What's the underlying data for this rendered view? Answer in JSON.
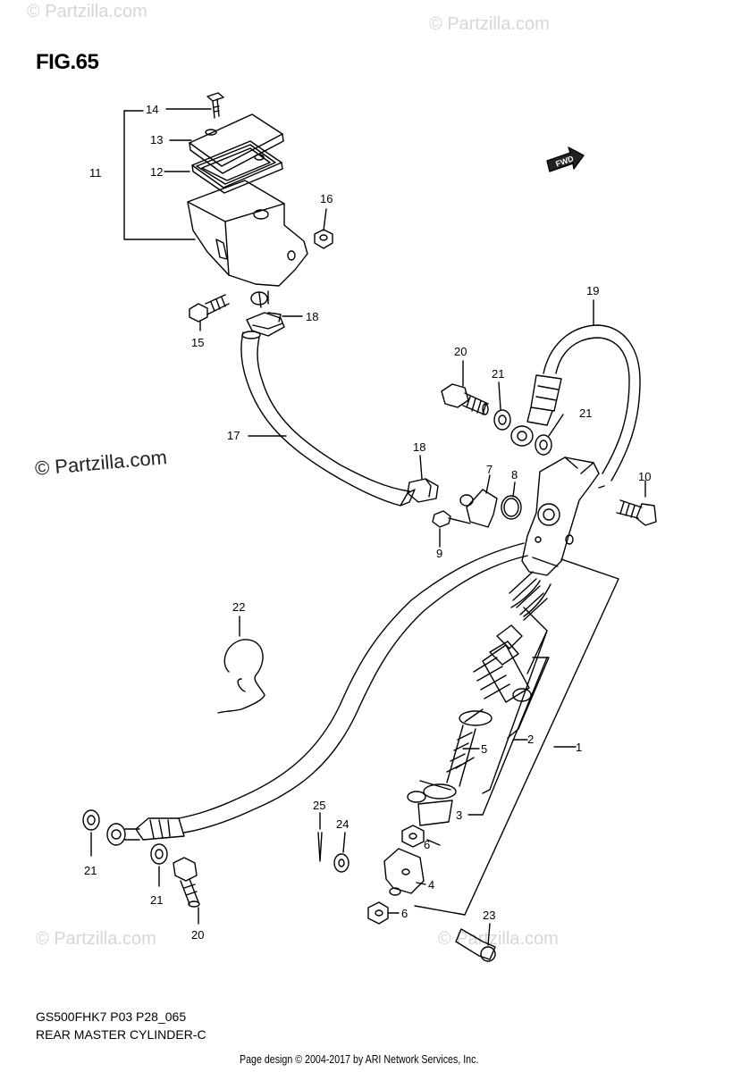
{
  "figure": {
    "title": "FIG.65"
  },
  "watermarks": {
    "main": "© Partzilla.com",
    "faint": "© Partzilla.com"
  },
  "fwd_badge": {
    "label": "FWD"
  },
  "callouts": {
    "c1": "1",
    "c2": "2",
    "c3": "3",
    "c4": "4",
    "c5": "5",
    "c6a": "6",
    "c6b": "6",
    "c7": "7",
    "c8": "8",
    "c9": "9",
    "c10": "10",
    "c11": "11",
    "c12": "12",
    "c13": "13",
    "c14": "14",
    "c15": "15",
    "c16": "16",
    "c17": "17",
    "c18a": "18",
    "c18b": "18",
    "c19": "19",
    "c20a": "20",
    "c20b": "20",
    "c21a": "21",
    "c21b": "21",
    "c21c": "21",
    "c21d": "21",
    "c22": "22",
    "c23": "23",
    "c24": "24",
    "c25": "25"
  },
  "footer": {
    "model_code": "GS500FHK7 P03 P28_065",
    "section_name": "REAR MASTER CYLINDER-C",
    "copyright": "Page design © 2004-2017 by ARI Network Services, Inc."
  }
}
